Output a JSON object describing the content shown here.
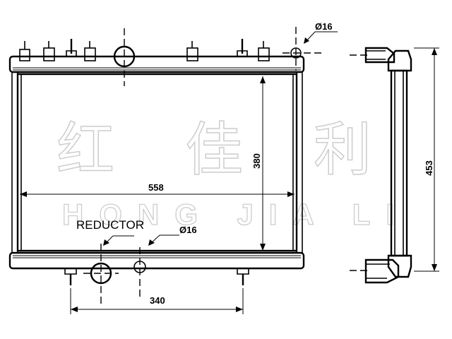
{
  "watermark": {
    "chinese": [
      "红",
      "佳",
      "利"
    ],
    "latin": "HONG JIA LI"
  },
  "dimensions": {
    "width": "558",
    "height": "380",
    "overall_height": "453",
    "bottom_span": "340",
    "top_port_diameter": "Ø16",
    "bottom_port_diameter": "Ø16"
  },
  "notes": {
    "reductor": "REDUCTOR"
  }
}
